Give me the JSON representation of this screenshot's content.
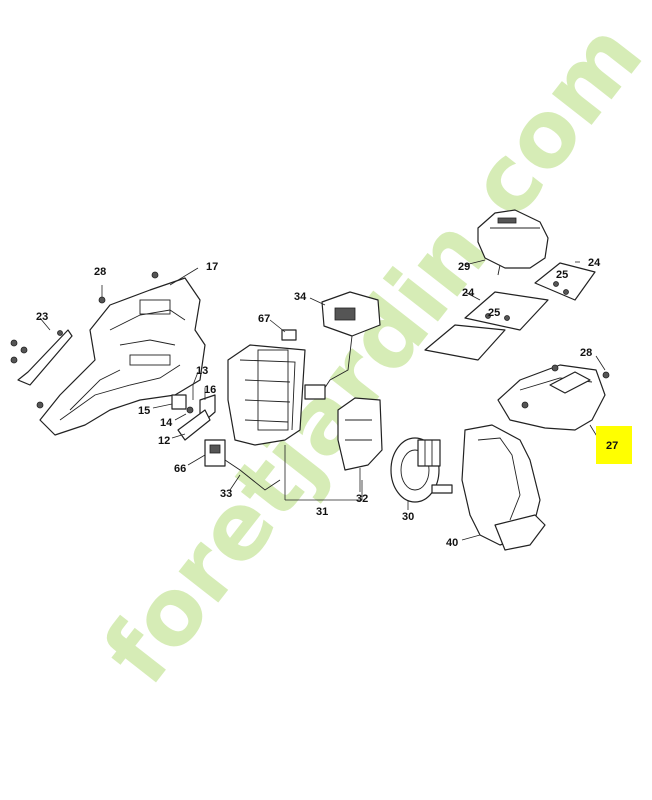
{
  "watermark": {
    "text": "foretjardin.com",
    "color_light": "#c8e6a0",
    "color_orange": "#f3b26b",
    "color_grey": "#b9b9b9"
  },
  "labels": {
    "p17": "17",
    "p28a": "28",
    "p23": "23",
    "p13": "13",
    "p16": "16",
    "p15": "15",
    "p14": "14",
    "p12": "12",
    "p66": "66",
    "p67": "67",
    "p34": "34",
    "p33": "33",
    "p31": "31",
    "p32": "32",
    "p30": "30",
    "p40": "40",
    "p29": "29",
    "p24a": "24",
    "p24b": "24",
    "p25a": "25",
    "p25b": "25",
    "p28b": "28",
    "p27": "27"
  },
  "highlight": {
    "part": "27",
    "color": "#ffff00"
  }
}
